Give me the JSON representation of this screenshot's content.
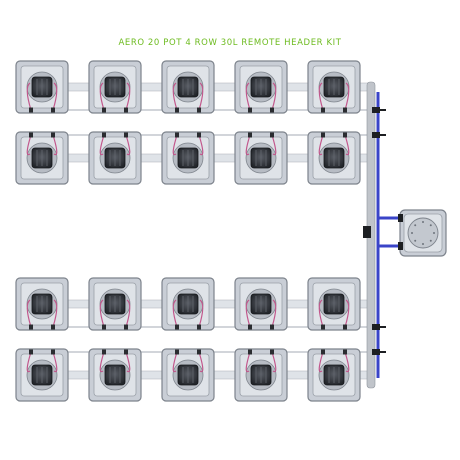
{
  "title": "AERO 20 POT 4 ROW 30L REMOTE HEADER KIT",
  "colors": {
    "title": "#6dbb1f",
    "pot_fill": "#c9ced6",
    "pot_stroke": "#7d838c",
    "pipe": "#dfe3e8",
    "feed_line": "#3a44c8",
    "return_line": "#c0c4ca",
    "tube": "#c2578c",
    "basket": "#3a3d42"
  },
  "layout": {
    "rows": 4,
    "pots_per_row": 5
  },
  "components": {
    "pots": "pot-icon",
    "header_tank": "header-tank-icon",
    "manifold": "manifold-icon"
  }
}
